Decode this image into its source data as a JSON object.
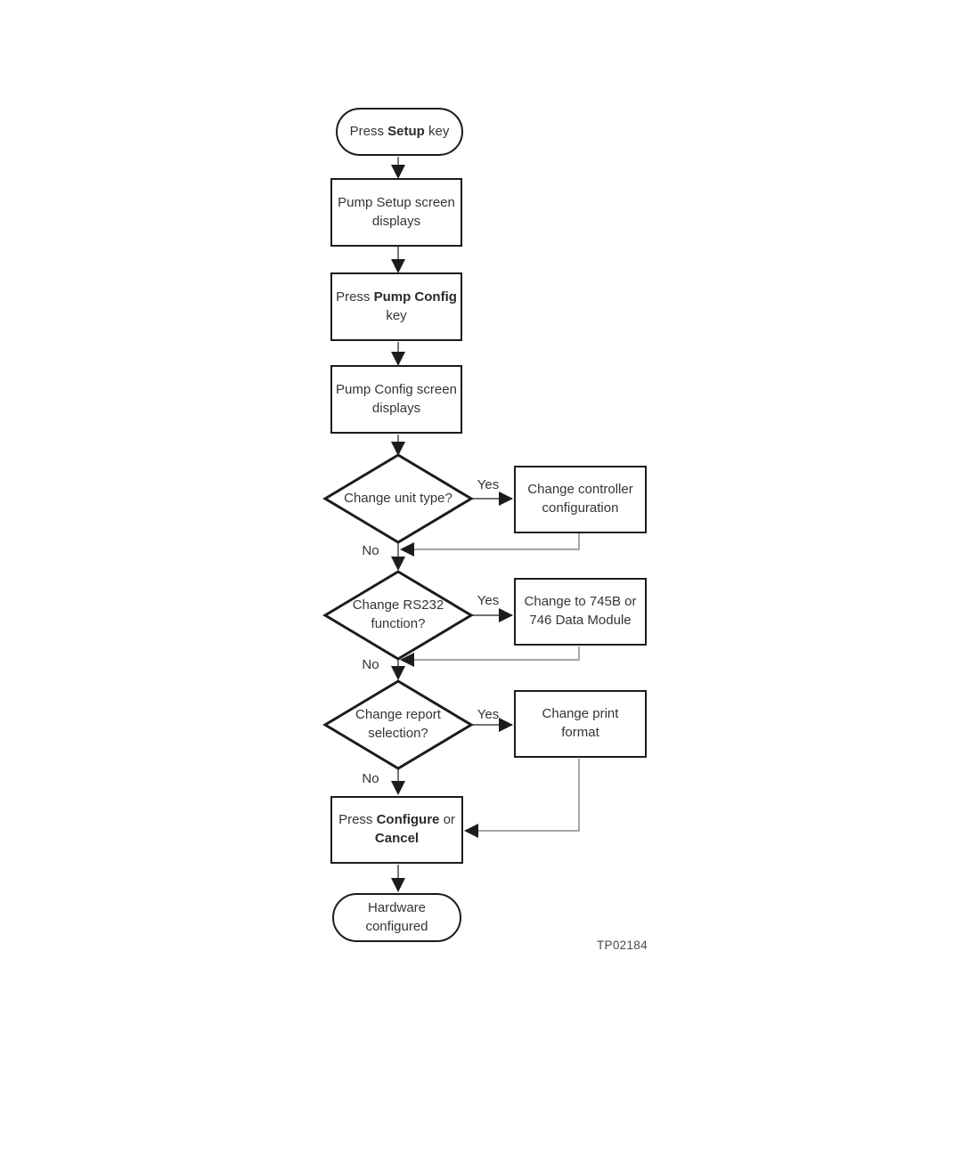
{
  "diagram": {
    "figure_code": "TP02184",
    "edge_labels": {
      "yes": "Yes",
      "no": "No"
    },
    "colors": {
      "shape_outline": "#1b1b1b",
      "connector_line": "#5f5f5f",
      "return_line": "#9a9a9a",
      "arrowhead": "#1c1c1c",
      "text": "#353535",
      "background": "#ffffff"
    }
  },
  "nodes": {
    "start": {
      "shape": "terminator",
      "pre": "Press ",
      "bold": "Setup",
      "post": " key"
    },
    "pump_setup_screen": {
      "shape": "process",
      "line1": "Pump Setup screen",
      "line2": "displays"
    },
    "press_pump_config": {
      "shape": "process",
      "pre": "Press ",
      "bold": "Pump Config",
      "line2": "key"
    },
    "pump_config_screen": {
      "shape": "process",
      "line1": "Pump Config screen",
      "line2": "displays"
    },
    "change_unit_type": {
      "shape": "decision",
      "line1": "Change unit type?"
    },
    "change_controller": {
      "shape": "process",
      "line1": "Change controller",
      "line2": "configuration"
    },
    "change_rs232": {
      "shape": "decision",
      "line1": "Change RS232",
      "line2": "function?"
    },
    "change_745b": {
      "shape": "process",
      "line1": "Change to 745B or",
      "line2": "746 Data Module"
    },
    "change_report": {
      "shape": "decision",
      "line1": "Change report",
      "line2": "selection?"
    },
    "change_print": {
      "shape": "process",
      "line1": "Change print",
      "line2": "format"
    },
    "press_configure": {
      "shape": "process",
      "pre": "Press ",
      "bold1": "Configure",
      "mid": " or",
      "bold2": "Cancel"
    },
    "hardware_configured": {
      "shape": "terminator",
      "line1": "Hardware",
      "line2": "configured"
    }
  }
}
